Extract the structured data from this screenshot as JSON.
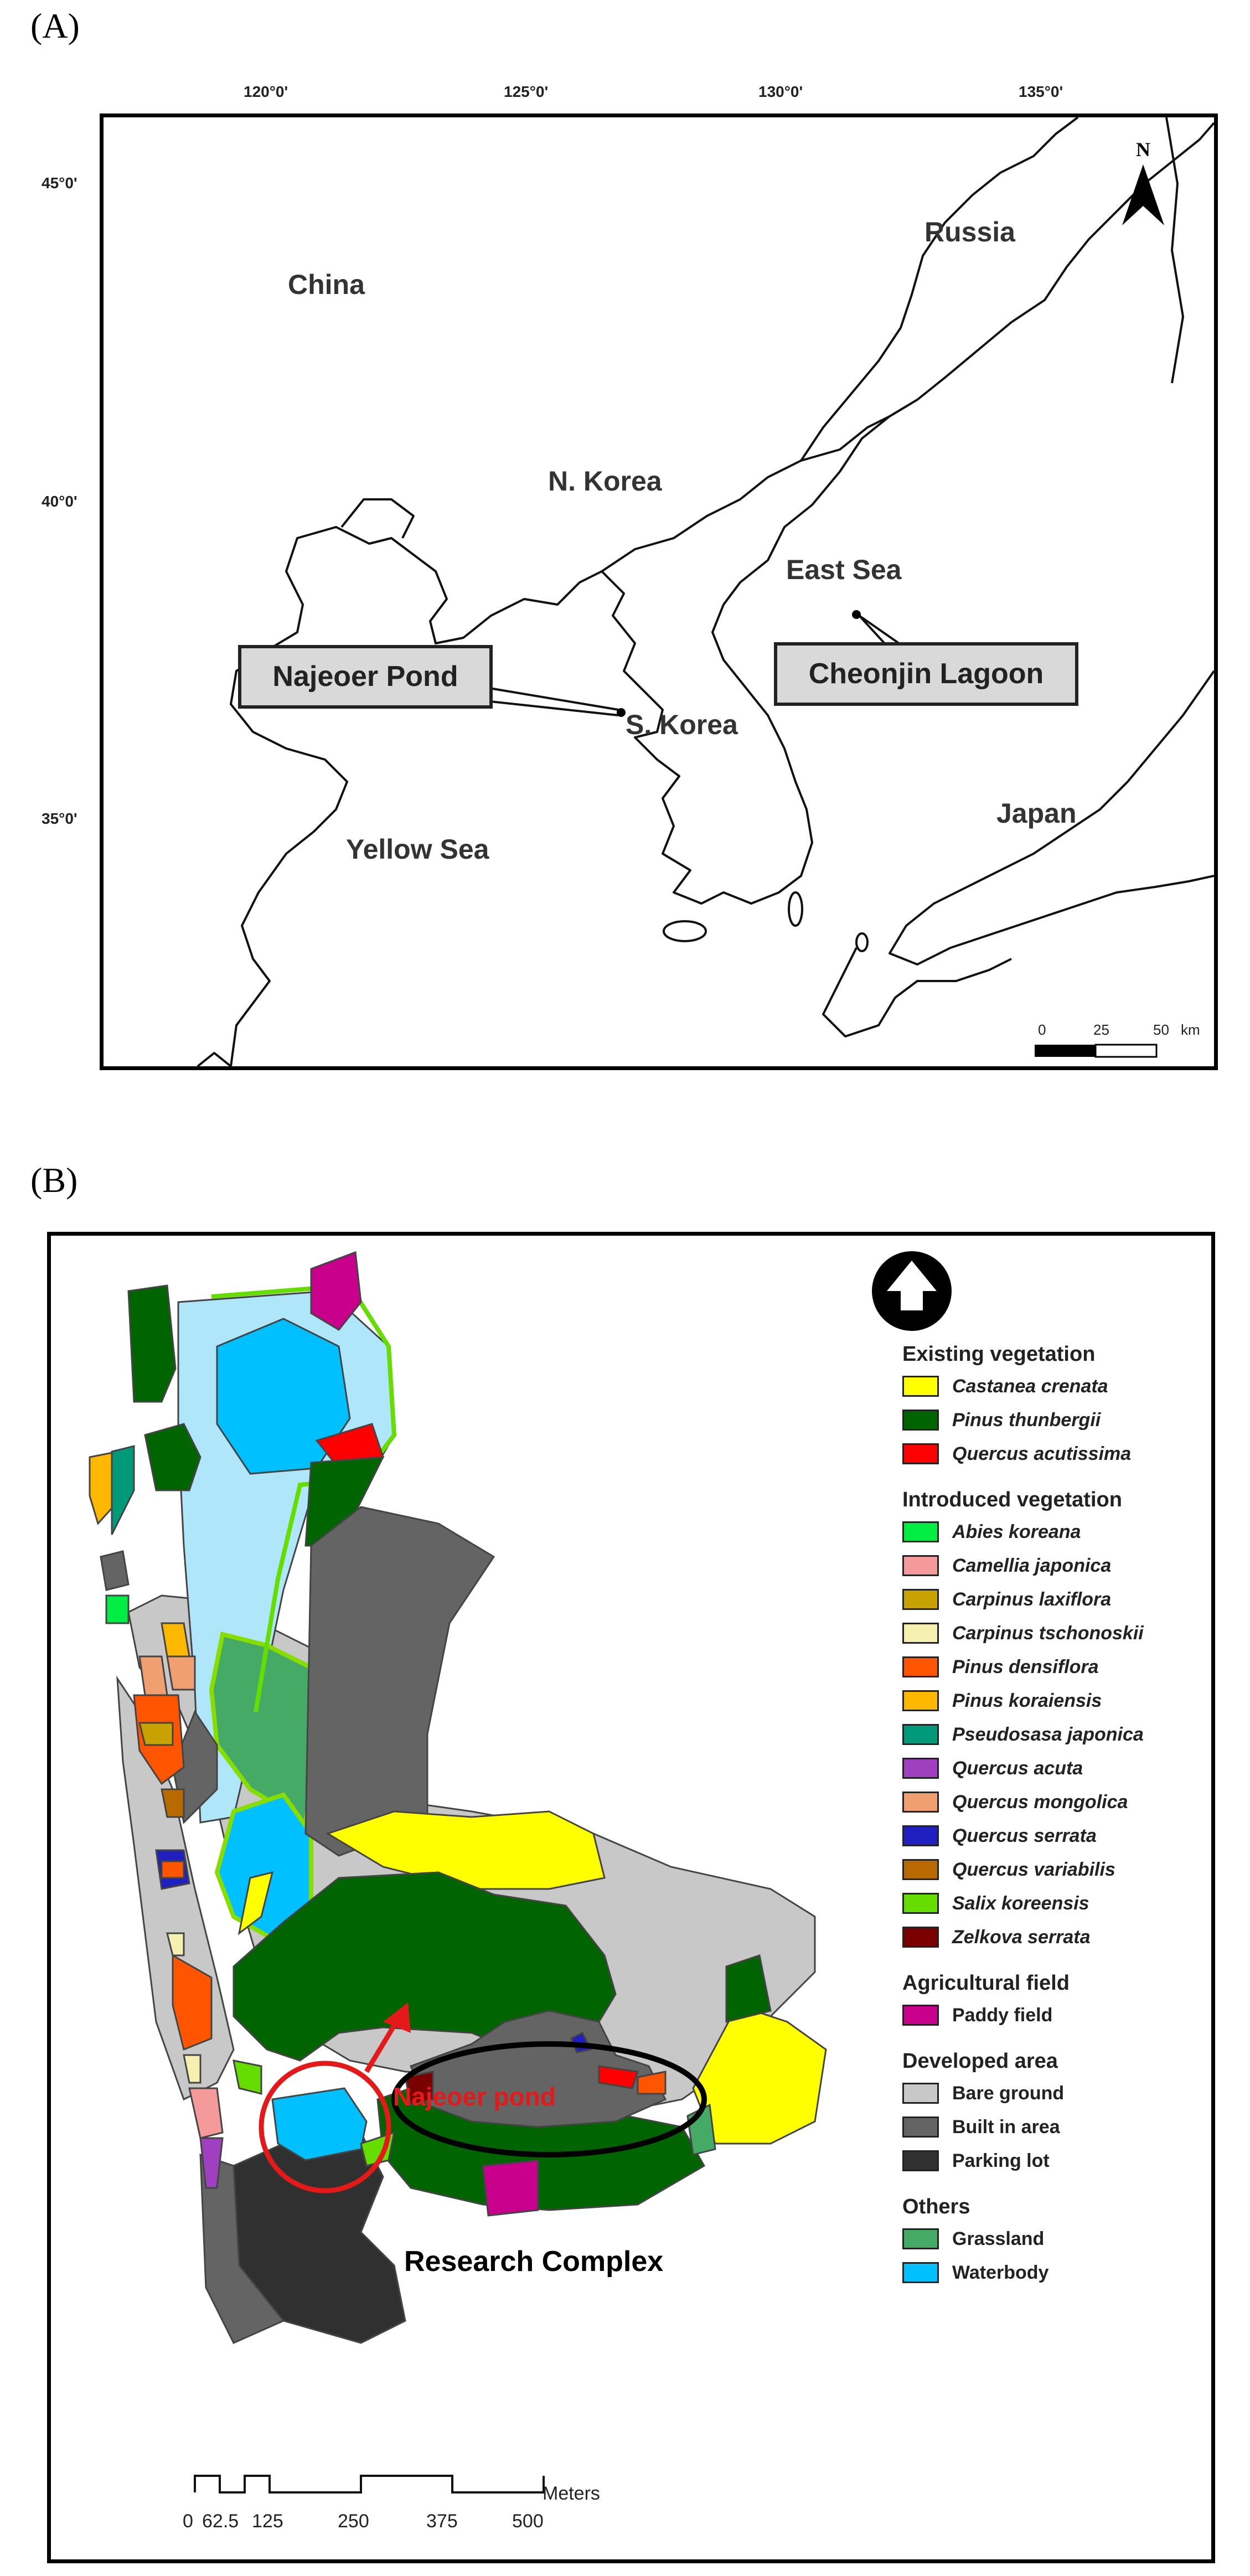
{
  "panel_a": {
    "letter": "(A)",
    "longitudes": [
      "120°0'",
      "125°0'",
      "130°0'",
      "135°0'"
    ],
    "latitudes": [
      "45°0'",
      "40°0'",
      "35°0'"
    ],
    "north_label": "N",
    "countries": [
      "China",
      "Russia",
      "N. Korea",
      "S. Korea",
      "Japan"
    ],
    "seas": [
      "East Sea",
      "Yellow Sea"
    ],
    "callouts": {
      "left": "Najeoer Pond",
      "right": "Cheonjin Lagoon"
    },
    "scalebar": {
      "labels": [
        "0",
        "25",
        "50"
      ],
      "unit": "km"
    }
  },
  "panel_b": {
    "letter": "(B)",
    "annotations": {
      "pond": "Najeoer pond",
      "complex": "Research Complex"
    },
    "colors": {
      "castanea": "#ffff00",
      "pinus_thun": "#006400",
      "quercus_acut": "#ff0000",
      "abies": "#00ee44",
      "camellia": "#f59a9a",
      "carpinus_lax": "#c8a200",
      "carpinus_tsch": "#f5f0b0",
      "pinus_dens": "#ff5500",
      "pinus_kor": "#ffb800",
      "pseudosasa": "#009a7a",
      "quercus_acuta": "#a040c0",
      "quercus_mong": "#f0a070",
      "quercus_serr": "#2020c0",
      "quercus_var": "#b86a00",
      "salix": "#66dd00",
      "zelkova": "#7a0000",
      "paddy": "#c8008c",
      "bare": "#c8c8c8",
      "built": "#646464",
      "parking": "#303030",
      "grass": "#44aa66",
      "water": "#00c0ff",
      "lightwater": "#b0e6fa"
    },
    "legend": {
      "groups": [
        {
          "title": "Existing vegetation",
          "items": [
            {
              "label": "Castanea crenata",
              "color": "#ffff00",
              "italic": true
            },
            {
              "label": "Pinus thunbergii",
              "color": "#006400",
              "italic": true
            },
            {
              "label": "Quercus acutissima",
              "color": "#ff0000",
              "italic": true
            }
          ]
        },
        {
          "title": "Introduced vegetation",
          "items": [
            {
              "label": "Abies koreana",
              "color": "#00ee44",
              "italic": true
            },
            {
              "label": "Camellia japonica",
              "color": "#f59a9a",
              "italic": true
            },
            {
              "label": "Carpinus laxiflora",
              "color": "#c8a200",
              "italic": true
            },
            {
              "label": "Carpinus tschonoskii",
              "color": "#f5f0b0",
              "italic": true
            },
            {
              "label": "Pinus densiflora",
              "color": "#ff5500",
              "italic": true
            },
            {
              "label": "Pinus koraiensis",
              "color": "#ffb800",
              "italic": true
            },
            {
              "label": "Pseudosasa japonica",
              "color": "#009a7a",
              "italic": true
            },
            {
              "label": "Quercus acuta",
              "color": "#a040c0",
              "italic": true
            },
            {
              "label": "Quercus mongolica",
              "color": "#f0a070",
              "italic": true
            },
            {
              "label": "Quercus serrata",
              "color": "#2020c0",
              "italic": true
            },
            {
              "label": "Quercus variabilis",
              "color": "#b86a00",
              "italic": true
            },
            {
              "label": "Salix koreensis",
              "color": "#66dd00",
              "italic": true
            },
            {
              "label": "Zelkova serrata",
              "color": "#7a0000",
              "italic": true
            }
          ]
        },
        {
          "title": "Agricultural field",
          "items": [
            {
              "label": "Paddy field",
              "color": "#c8008c",
              "italic": false
            }
          ]
        },
        {
          "title": "Developed area",
          "items": [
            {
              "label": "Bare ground",
              "color": "#c8c8c8",
              "italic": false
            },
            {
              "label": "Built in area",
              "color": "#646464",
              "italic": false
            },
            {
              "label": "Parking lot",
              "color": "#303030",
              "italic": false
            }
          ]
        },
        {
          "title": "Others",
          "items": [
            {
              "label": "Grassland",
              "color": "#44aa66",
              "italic": false
            },
            {
              "label": "Waterbody",
              "color": "#00c0ff",
              "italic": false
            }
          ]
        }
      ]
    },
    "scalebar": {
      "labels": [
        "0",
        "62.5",
        "125",
        "250",
        "375",
        "500"
      ],
      "unit": "Meters"
    }
  }
}
